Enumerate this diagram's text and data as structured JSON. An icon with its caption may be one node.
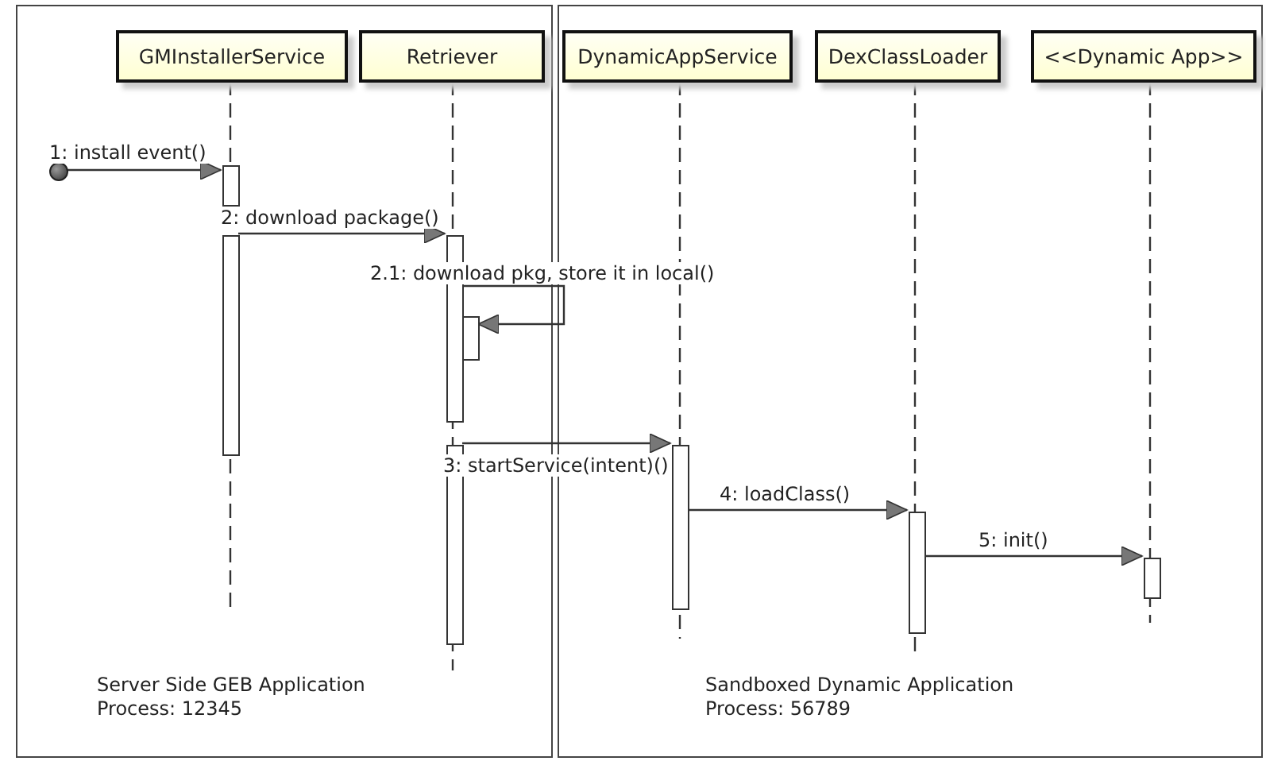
{
  "diagram": {
    "nodes": [
      {
        "text": [
          "Server Side GEB Application Process: 12345"
        ]
      },
      {
        "text": [
          "GMInstallerService"
        ],
        "in": 0
      },
      {
        "text": [
          "Retriever"
        ],
        "in": 0
      },
      {
        "text": [
          "Sandboxed Dynamic Application Process: 56789"
        ]
      },
      {
        "text": [
          "DynamicAppService"
        ],
        "in": 3
      },
      {
        "text": [
          "DexClassLoader"
        ],
        "in": 3
      },
      {
        "text": [
          "<<Dynamic App>>"
        ],
        "in": 3
      },
      {
        "text": [],
        "shape": "circle",
        "in": 0
      },
      {
        "text": [],
        "shape": "bar",
        "in": 0
      },
      {
        "text": [],
        "shape": "bar",
        "in": 0
      },
      {
        "text": [],
        "shape": "bar",
        "in": 0
      },
      {
        "text": [],
        "shape": "bar",
        "in": 0
      },
      {
        "text": [],
        "shape": "bar",
        "in": 0
      },
      {
        "text": [],
        "shape": "bar",
        "in": 3
      },
      {
        "text": [],
        "shape": "bar",
        "in": 3
      },
      {
        "text": [],
        "shape": "bar",
        "in": 3
      }
    ],
    "edges": [
      {
        "from": 7,
        "to": 8,
        "arrow": "to",
        "label": "1: install event()"
      },
      {
        "from": 9,
        "to": 10,
        "arrow": "to",
        "label": "2: download package()"
      },
      {
        "from": 10,
        "to": 11,
        "arrow": "to",
        "label": "2.1: download pkg, store it in local()"
      },
      {
        "from": 12,
        "to": 13,
        "arrow": "to",
        "label": "3: startService(intent)()"
      },
      {
        "from": 13,
        "to": 14,
        "arrow": "to",
        "label": "4: loadClass()"
      },
      {
        "from": 14,
        "to": 15,
        "arrow": "to",
        "label": "5: init()"
      }
    ]
  }
}
